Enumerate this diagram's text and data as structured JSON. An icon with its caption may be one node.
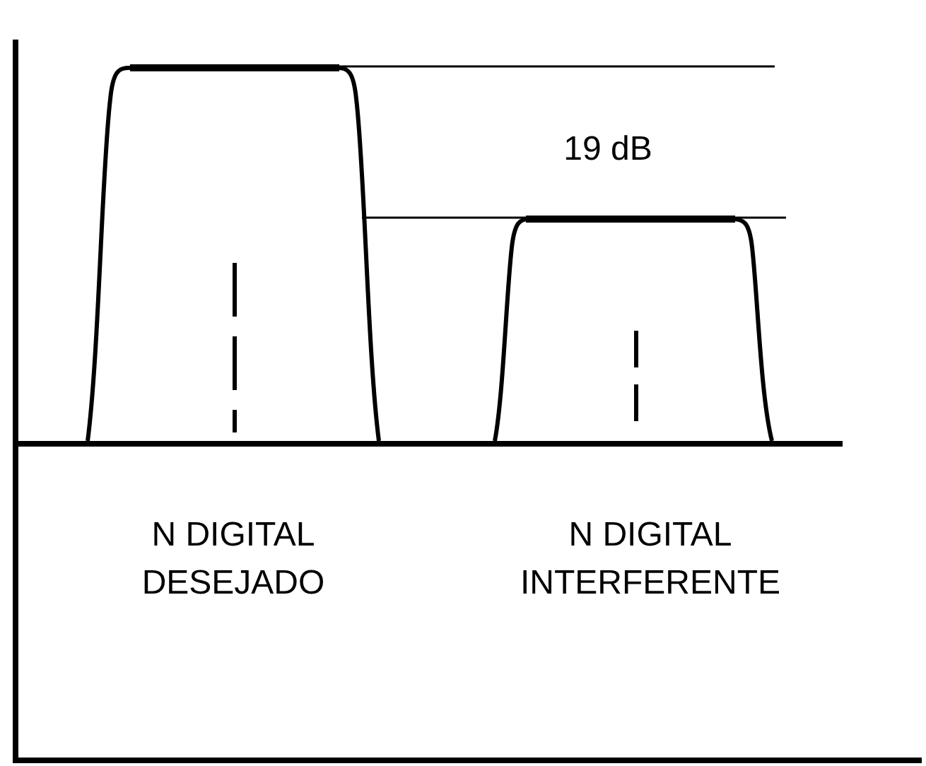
{
  "diagram": {
    "labels": [
      "19 dB",
      "N DIGITAL DESEJADO",
      "N DIGITAL INTERFERENTE"
    ]
  }
}
